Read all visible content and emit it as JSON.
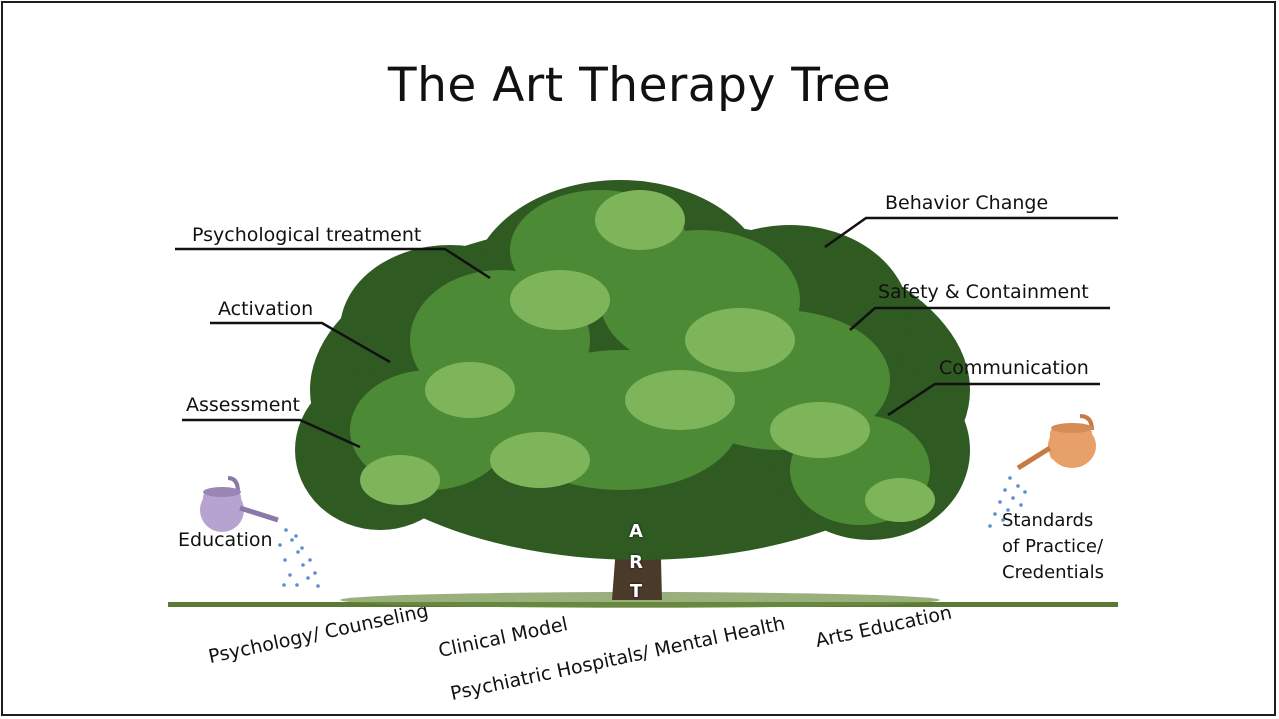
{
  "title": "The Art Therapy Tree",
  "branches": {
    "psychological_treatment": "Psychological treatment",
    "activation": "Activation",
    "assessment": "Assessment",
    "behavior_change": "Behavior Change",
    "safety_containment": "Safety & Containment",
    "communication": "Communication"
  },
  "trunk_letters": [
    "A",
    "R",
    "T"
  ],
  "nurture": {
    "education": "Education",
    "standards_line1": "Standards",
    "standards_line2": "of Practice/",
    "standards_line3": "Credentials"
  },
  "roots": {
    "psychology_counseling": "Psychology/ Counseling",
    "clinical_model": "Clinical Model",
    "psychiatric_hospitals": "Psychiatric Hospitals/ Mental Health",
    "arts_education": "Arts Education"
  },
  "colors": {
    "foliage_dark": "#2f5a22",
    "foliage_mid": "#4d8a35",
    "foliage_light": "#7fb55a",
    "trunk": "#4a3a2a",
    "ground": "#5d7a35",
    "can_left": "#b7a3cf",
    "can_right": "#e8a06a",
    "water": "#5b8fd0"
  }
}
